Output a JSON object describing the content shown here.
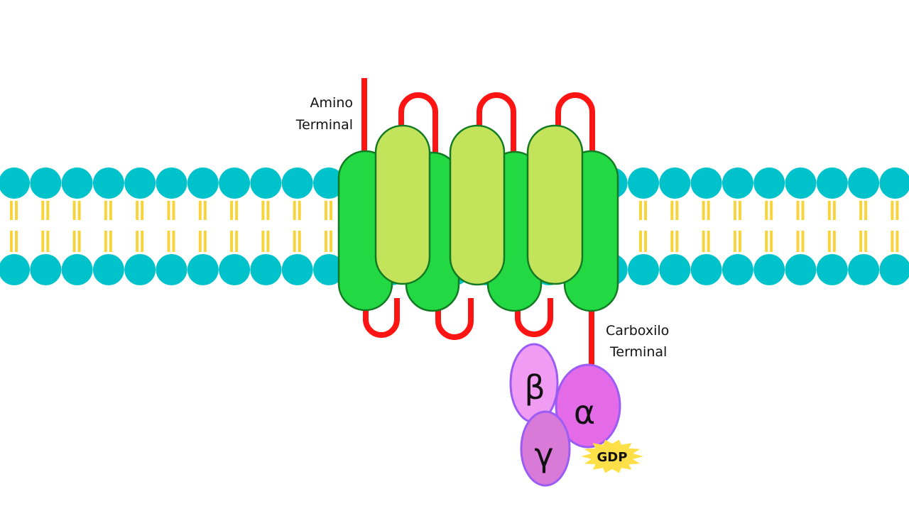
{
  "labels": {
    "amino_line1": "Amino",
    "amino_line2": "Terminal",
    "carboxyl_line1": "Carboxilo",
    "carboxyl_line2": "Terminal"
  },
  "g_protein": {
    "beta": "β",
    "alpha": "α",
    "gamma": "γ",
    "gdp": "GDP"
  },
  "colors": {
    "lipid_head": "#00c2cb",
    "lipid_tail": "#f7d43c",
    "helix_dark": "#22d944",
    "helix_light": "#c2e35a",
    "helix_stroke": "#117a22",
    "loop": "#ff1414",
    "beta": "#f09cf2",
    "alpha": "#e46be8",
    "gamma": "#d97ad9",
    "subunit_stroke": "#9b5cf5",
    "gdp": "#fde047"
  }
}
